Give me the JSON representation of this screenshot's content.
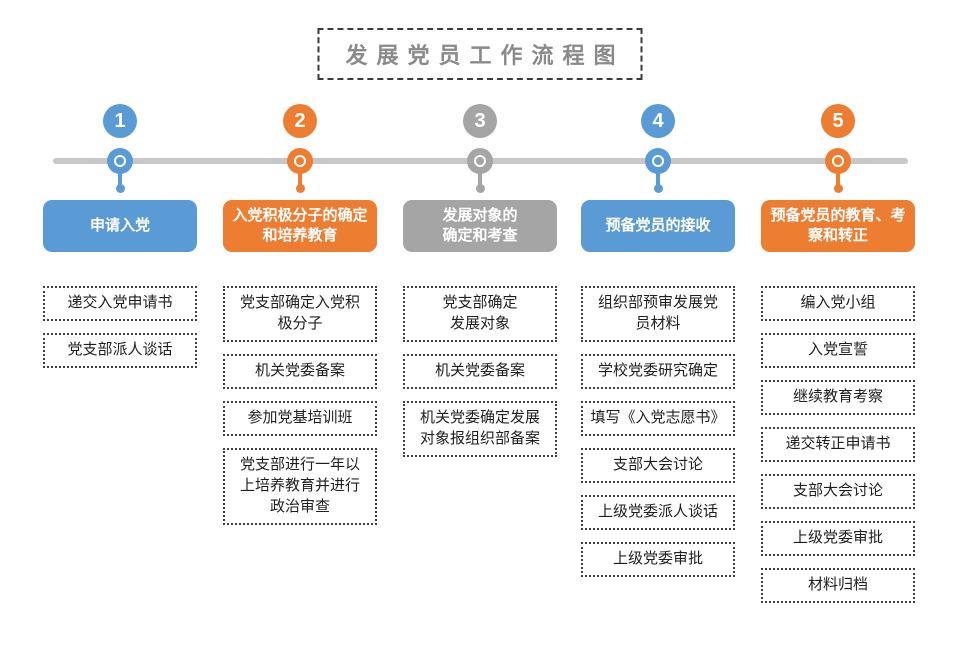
{
  "title": "发展党员工作流程图",
  "colors": {
    "blue": "#5B9BD5",
    "orange": "#ED7D31",
    "gray": "#A5A5A5",
    "timeline": "#C8C8C8",
    "title_text": "#8A8A8A",
    "box_border": "#3F3F3F"
  },
  "columns": [
    {
      "number": "1",
      "color_key": "blue",
      "header": "申请入党",
      "items": [
        "递交入党申请书",
        "党支部派人谈话"
      ]
    },
    {
      "number": "2",
      "color_key": "orange",
      "header": "入党积极分子的确定\n和培养教育",
      "items": [
        "党支部确定入党积\n极分子",
        "机关党委备案",
        "参加党基培训班",
        "党支部进行一年以\n上培养教育并进行\n政治审查"
      ]
    },
    {
      "number": "3",
      "color_key": "gray",
      "header": "发展对象的\n确定和考查",
      "items": [
        "党支部确定\n发展对象",
        "机关党委备案",
        "机关党委确定发展\n对象报组织部备案"
      ]
    },
    {
      "number": "4",
      "color_key": "blue",
      "header": "预备党员的接收",
      "items": [
        "组织部预审发展党\n员材料",
        "学校党委研究确定",
        "填写《入党志愿书》",
        "支部大会讨论",
        "上级党委派人谈话",
        "上级党委审批"
      ]
    },
    {
      "number": "5",
      "color_key": "orange",
      "header": "预备党员的教育、考\n察和转正",
      "items": [
        "编入党小组",
        "入党宣誓",
        "继续教育考察",
        "递交转正申请书",
        "支部大会讨论",
        "上级党委审批",
        "材料归档"
      ]
    }
  ]
}
